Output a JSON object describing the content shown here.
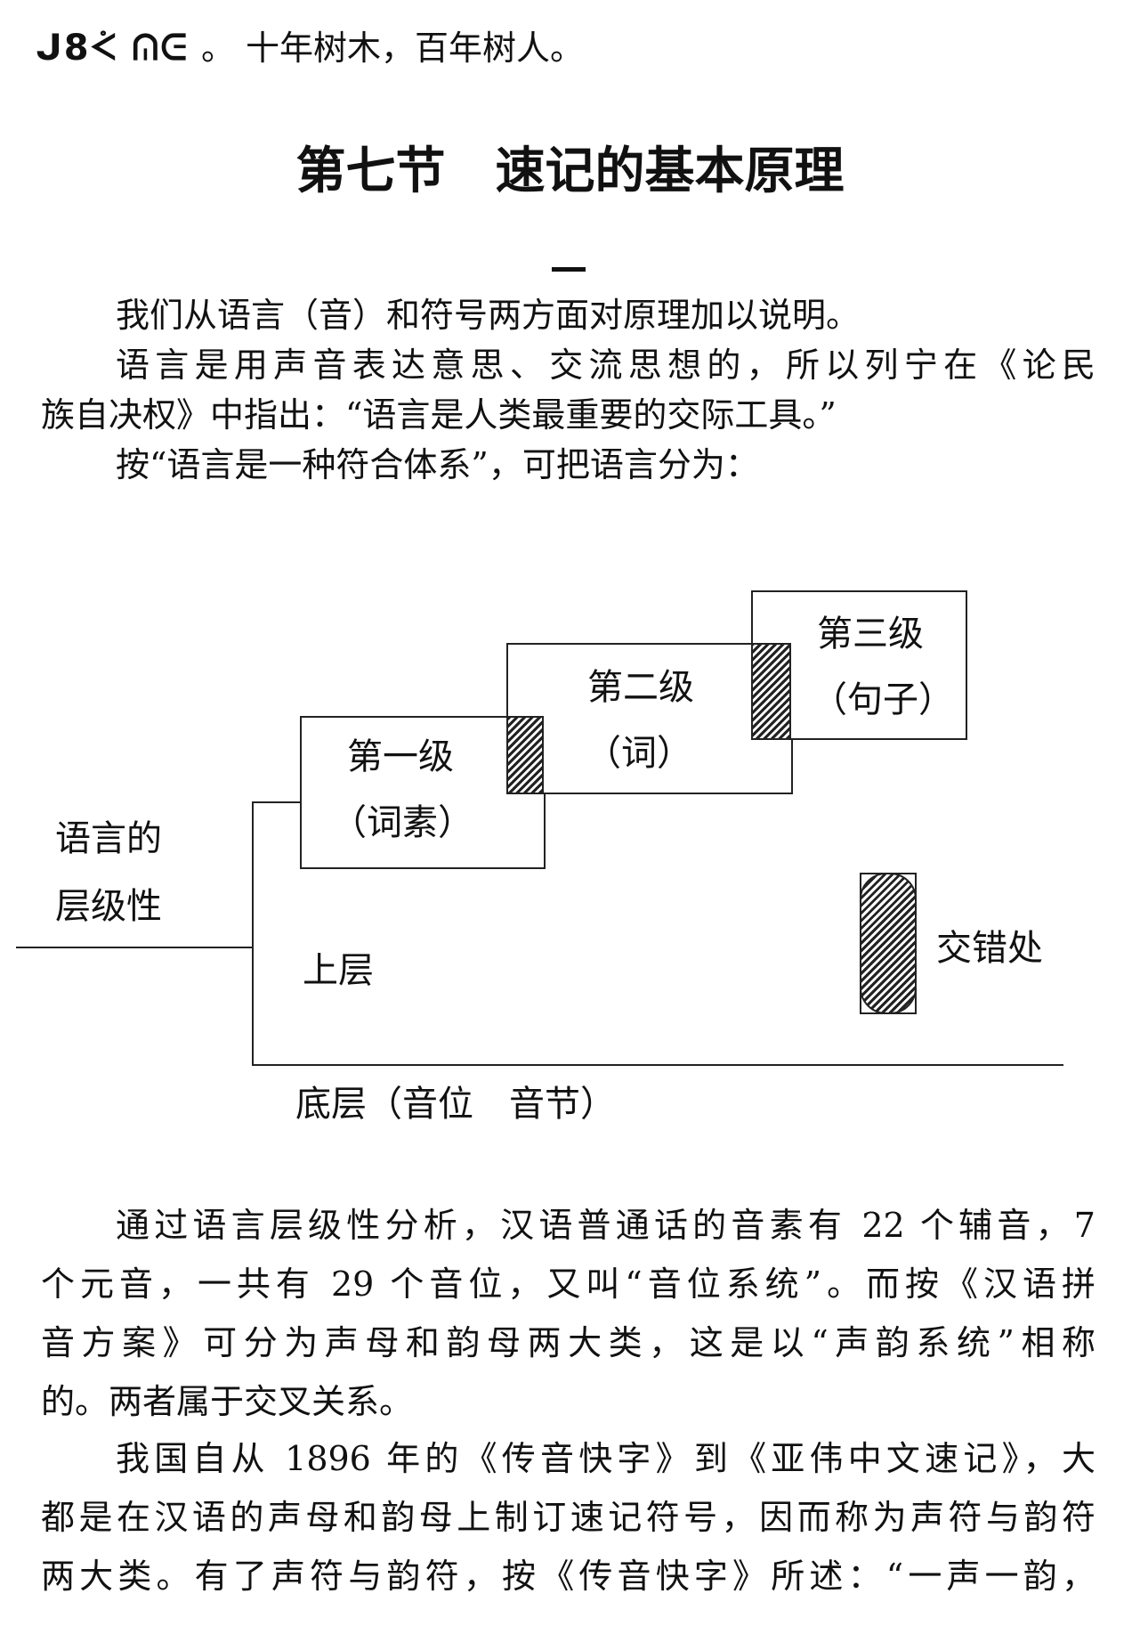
{
  "header": {
    "shorthand_glyphs": "ᒍ8ᢵ ᕬᕮ",
    "text": "。 十年树木，百年树人。"
  },
  "section_title": "第七节　速记的基本原理",
  "section_number": "一",
  "paragraphs": [
    "我们从语言（音）和符号两方面对原理加以说明。",
    "语言是用声音表达意思、交流思想的，所以列宁在《论民",
    "族自决权》中指出：“语言是人类最重要的交际工具。”",
    "按“语言是一种符合体系”，可把语言分为："
  ],
  "diagram": {
    "axis_label_line1": "语言的",
    "axis_label_line2": "层级性",
    "upper_layer": "上层",
    "bottom_layer": "底层（音位　音节）",
    "level1_name": "第一级",
    "level1_unit": "（词素）",
    "level2_name": "第二级",
    "level2_unit": "（词）",
    "level3_name": "第三级",
    "level3_unit": "（句子）",
    "legend_label": "交错处"
  },
  "body_paragraphs": [
    "通过语言层级性分析，汉语普通话的音素有 22 个辅音，7",
    "个元音，一共有 29 个音位，又叫“音位系统”。而按《汉语拼",
    "音方案》可分为声母和韵母两大类，这是以“声韵系统”相称",
    "的。两者属于交叉关系。",
    "我国自从 1896 年的《传音快字》到《亚伟中文速记》，大",
    "都是在汉语的声母和韵母上制订速记符号，因而称为声符与韵符",
    "两大类。有了声符与韵符，按《传音快字》所述：“一声一韵，"
  ]
}
